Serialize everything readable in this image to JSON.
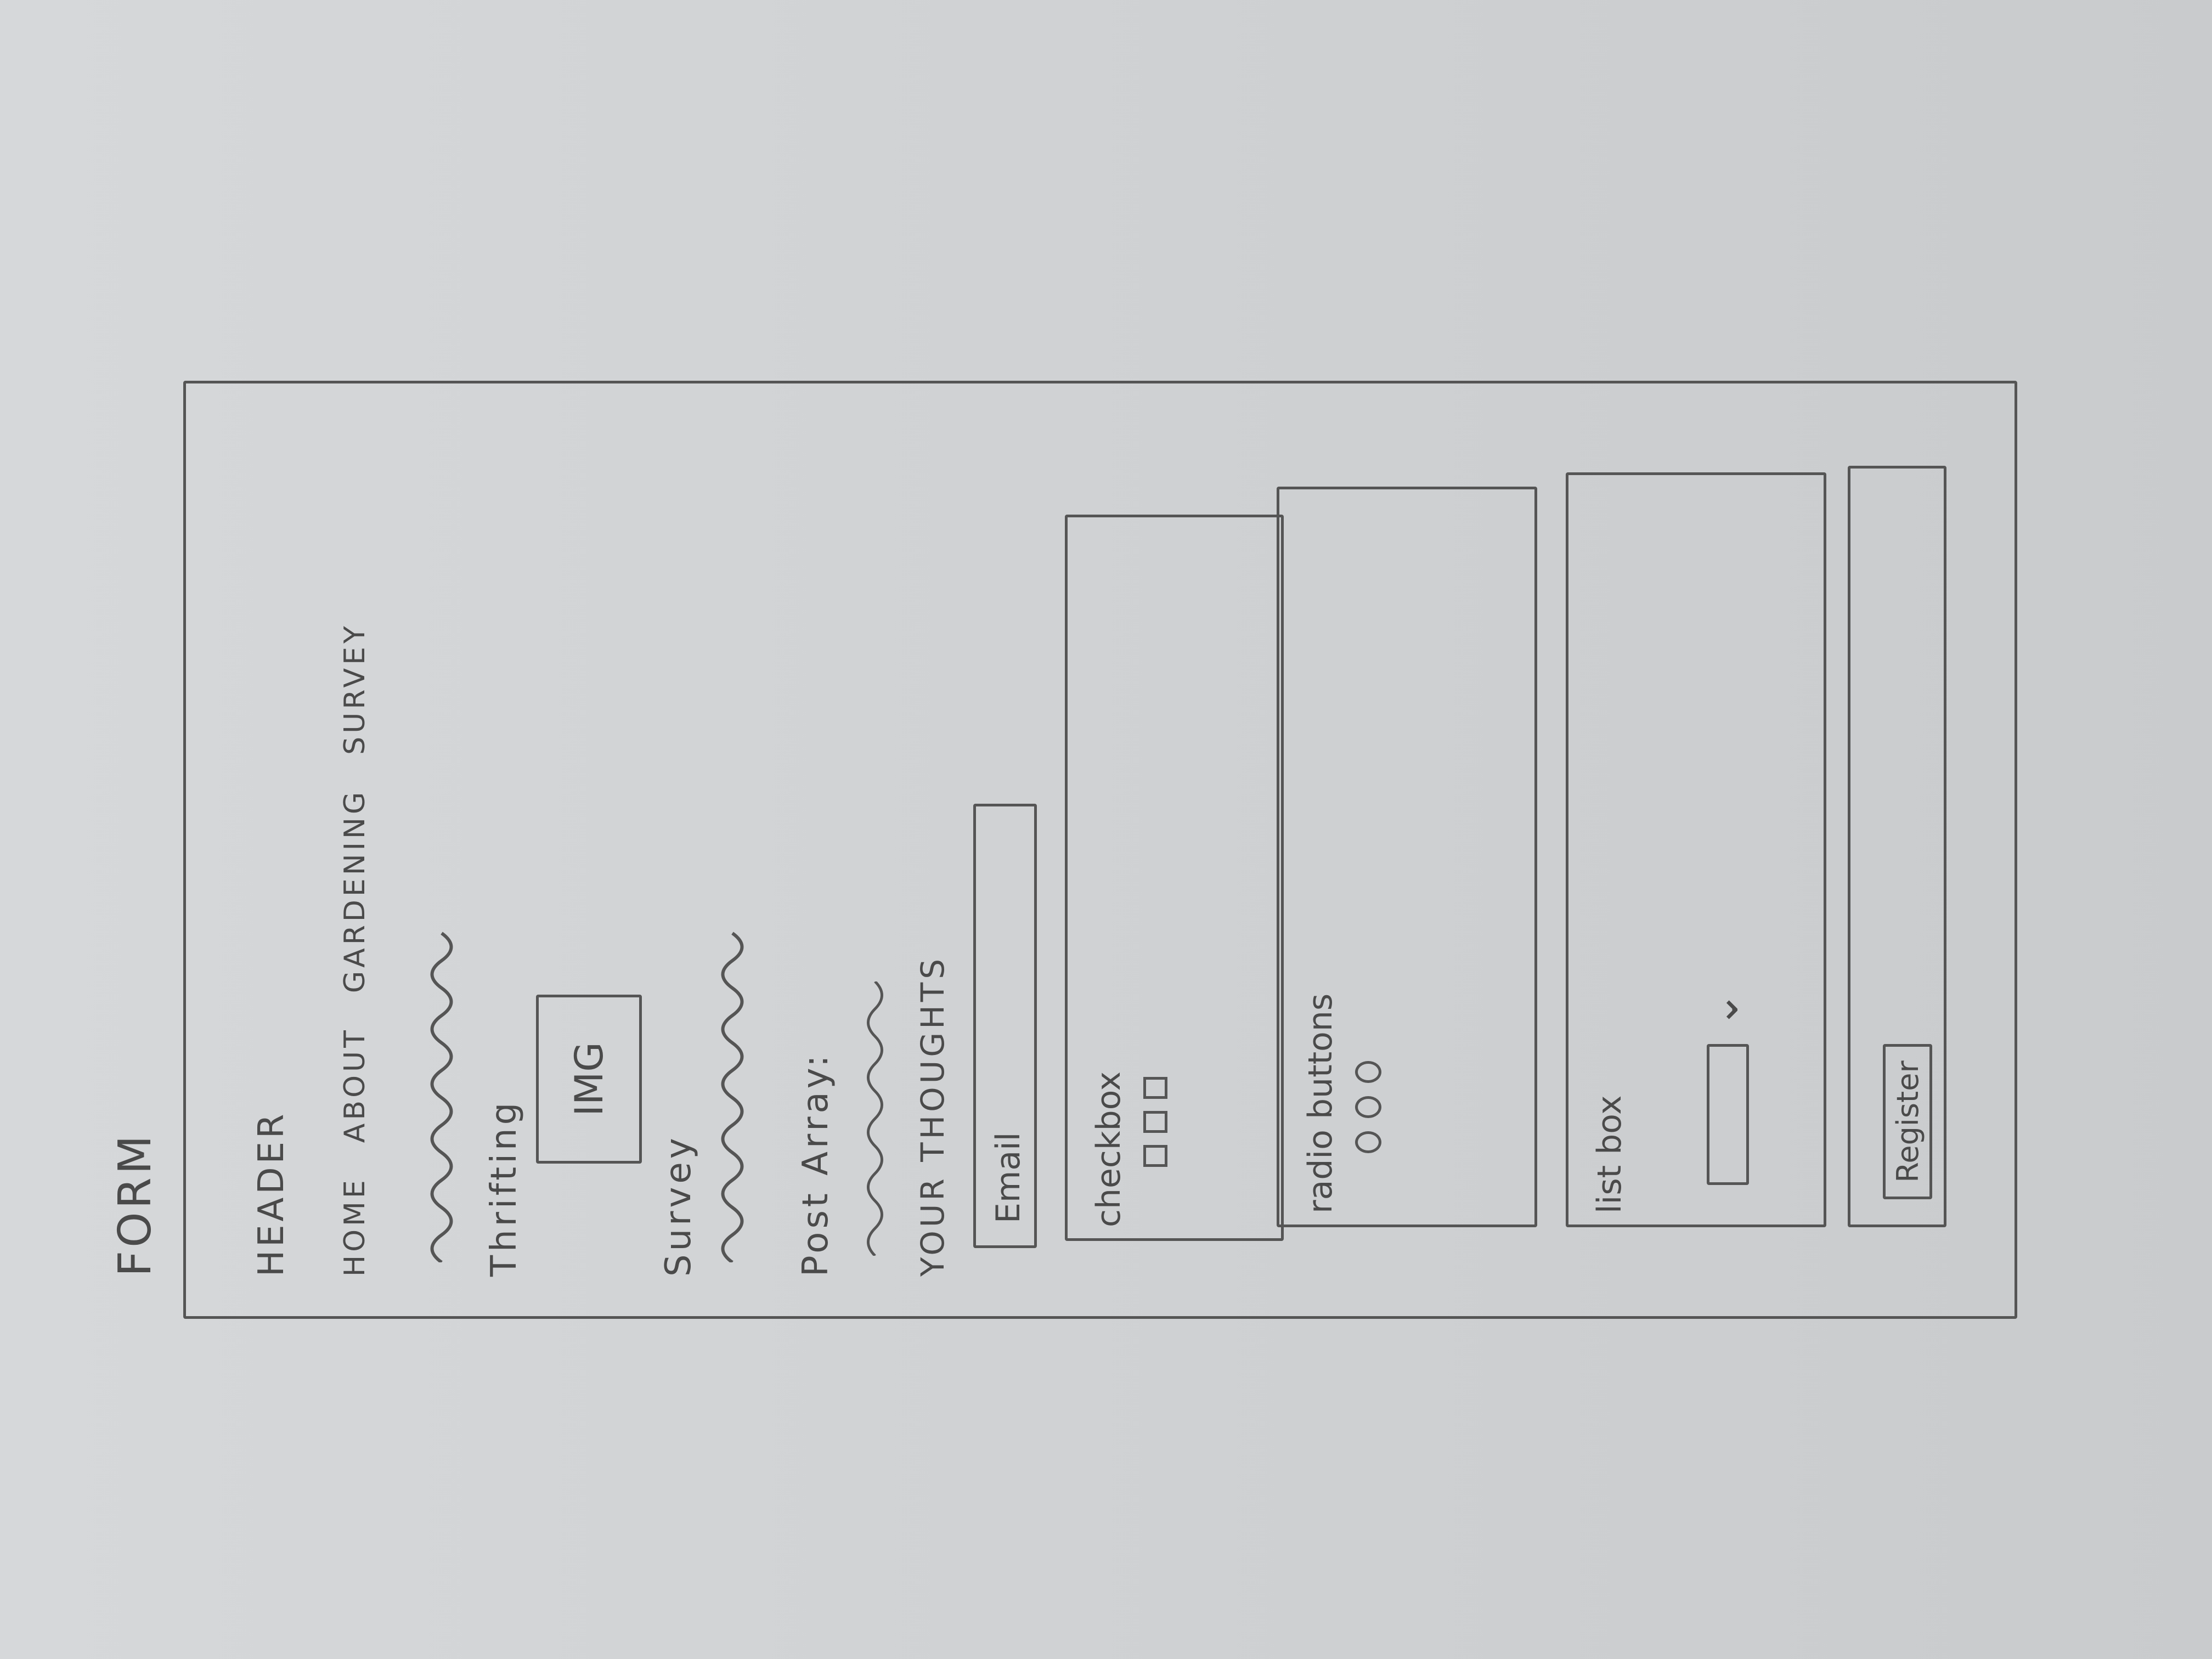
{
  "title": "FORM",
  "header": "HEADER",
  "nav": {
    "items": [
      "HOME",
      "ABOUT",
      "GARDENING",
      "SURVEY"
    ]
  },
  "sections": {
    "thrifting": "Thrifting",
    "image_placeholder": "IMG",
    "survey": "Survey",
    "post_array": "Post Array:",
    "your_thoughts": "YOUR THOUGHTS"
  },
  "form": {
    "email_placeholder": "Email",
    "checkbox_label": "checkbox",
    "radio_label": "radio buttons",
    "listbox_label": "list box",
    "register_label": "Register"
  }
}
